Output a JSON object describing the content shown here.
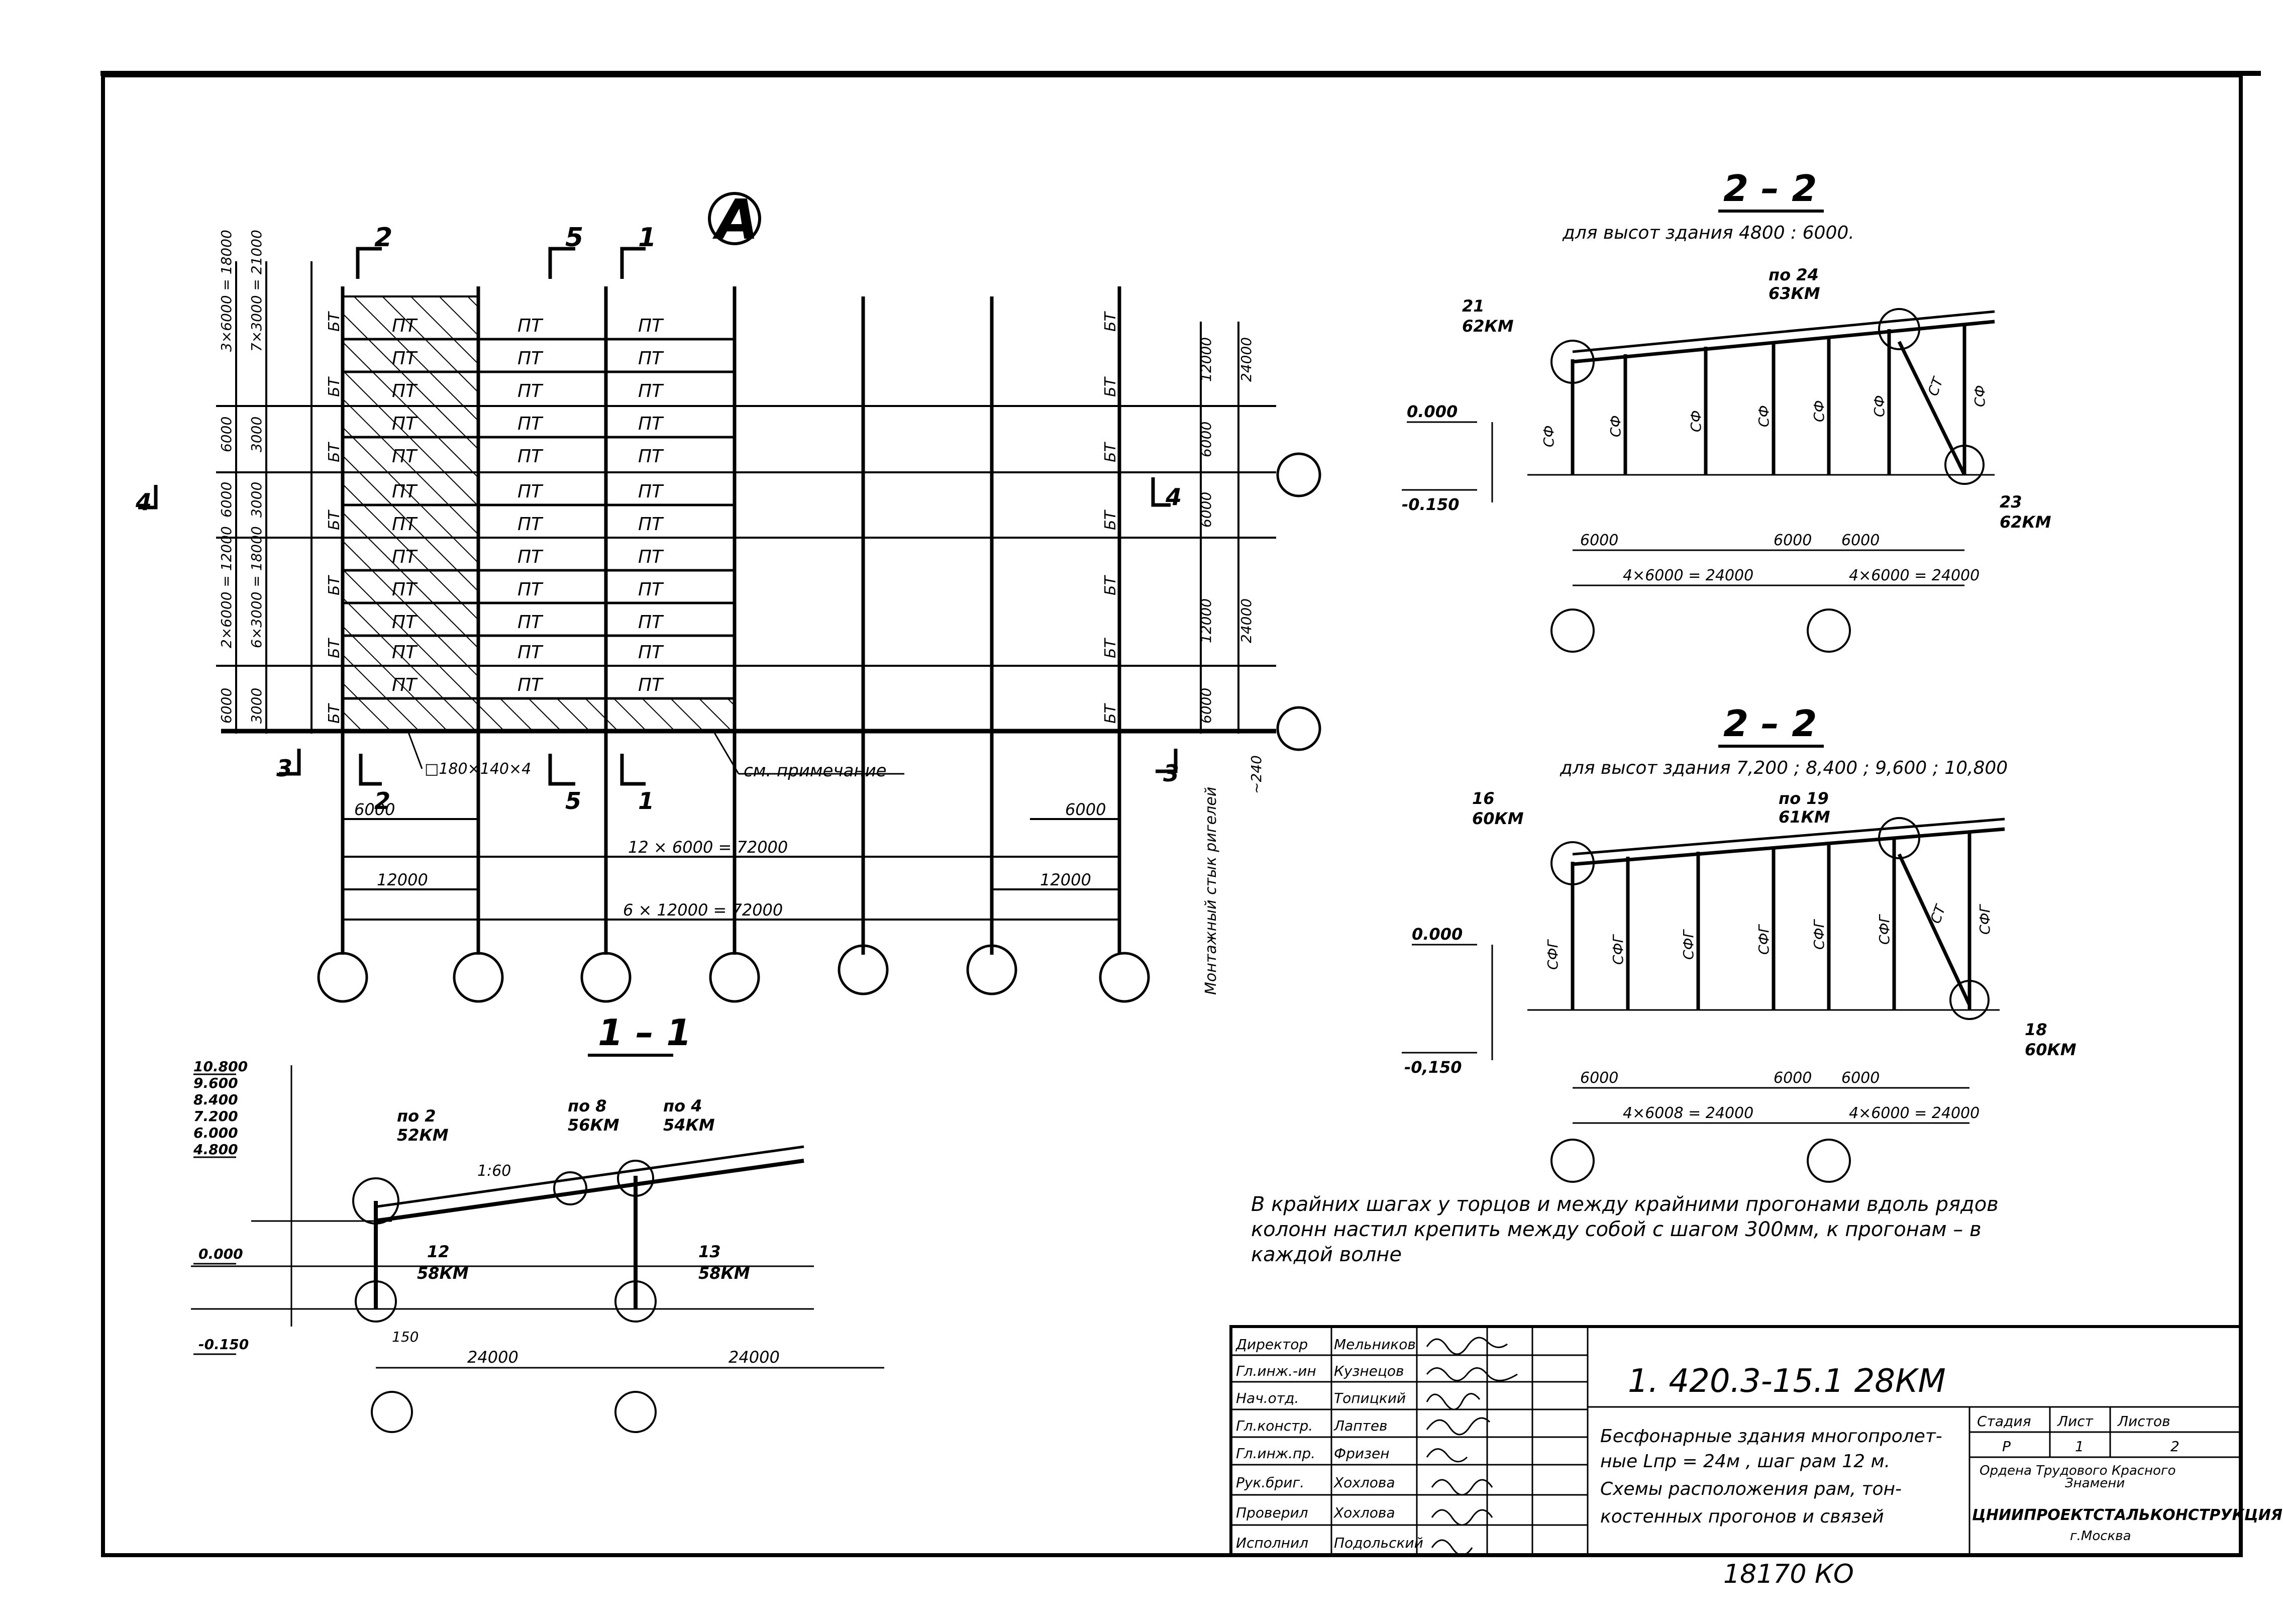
{
  "plan": {
    "axis_symbol": "А",
    "section_marks": [
      "2",
      "5",
      "1",
      "4",
      "3"
    ],
    "beam_label_bt": "БТ",
    "purlin_label": "ПТ",
    "left_dims": [
      "3×6000 = 18000",
      "7×3000 = 21000",
      "6000",
      "3000",
      "6000",
      "3000",
      "2×6000 = 12000",
      "6×3000 = 18000",
      "6000",
      "3000"
    ],
    "right_dims": [
      "12000",
      "24000",
      "6000",
      "6000",
      "12000",
      "24000",
      "6000"
    ],
    "plate_note": "□180×140×4",
    "see_note": "см. примечание",
    "bottom_dims": [
      "6000",
      "6000",
      "12 × 6000 =  72000",
      "12000",
      "12000",
      "6 × 12000 =  72000"
    ],
    "vertical_note": "Монтажный стык ригелей",
    "offset_dim": "~240"
  },
  "section_1_1": {
    "title": "1 – 1",
    "levels": [
      "10.800",
      "9.600",
      "8.400",
      "7.200",
      "6.000",
      "4.800"
    ],
    "level_0": "0.000",
    "level_neg": "-0.150",
    "callouts": [
      {
        "ref": "по 2",
        "sheet": "52КМ"
      },
      {
        "ref": "по 8",
        "sheet": "56КМ"
      },
      {
        "ref": "по 4",
        "sheet": "54КМ"
      },
      {
        "ref": "12",
        "sheet": "58КМ"
      },
      {
        "ref": "13",
        "sheet": "58КМ"
      }
    ],
    "slope": "1:60",
    "dim_150": "150",
    "span1": "24000",
    "span2": "24000"
  },
  "section_2_2_a": {
    "title": "2 – 2",
    "subtitle": "для высот здания  4800  :  6000.",
    "callouts": [
      {
        "ref": "21",
        "sheet": "62КМ"
      },
      {
        "ref": "по 24",
        "sheet": "63КМ"
      },
      {
        "ref": "23",
        "sheet": "62КМ"
      }
    ],
    "level_0": "0.000",
    "level_neg": "-0.150",
    "post_label": "СФ",
    "brace_label": "СТ",
    "dims": [
      "6000",
      "6000",
      "6000",
      "4×6000 = 24000",
      "4×6000 = 24000"
    ]
  },
  "section_2_2_b": {
    "title": "2 – 2",
    "subtitle": "для высот здания  7,200 ; 8,400 ; 9,600 ; 10,800",
    "callouts": [
      {
        "ref": "16",
        "sheet": "60КМ"
      },
      {
        "ref": "по 19",
        "sheet": "61КМ"
      },
      {
        "ref": "18",
        "sheet": "60КМ"
      }
    ],
    "level_0": "0.000",
    "level_neg": "-0,150",
    "post_label": "СФГ",
    "brace_label": "СТ",
    "dims": [
      "6000",
      "6000",
      "6000",
      "4×6008 = 24000",
      "4×6000 = 24000"
    ]
  },
  "note": {
    "line1": "В крайних шагах у торцов  и между крайними прогонами вдоль рядов",
    "line2": "колонн настил  крепить между собой с шагом 300мм, к прогонам – в",
    "line3": "каждой волне"
  },
  "title_block": {
    "signatures": [
      {
        "role": "Директор",
        "name": "Мельников"
      },
      {
        "role": "Гл.инж.-ин",
        "name": "Кузнецов"
      },
      {
        "role": "Нач.отд.",
        "name": "Топицкий"
      },
      {
        "role": "Гл.констр.",
        "name": "Лаптев"
      },
      {
        "role": "Гл.инж.пр.",
        "name": "Фризен"
      },
      {
        "role": "Рук.бриг.",
        "name": "Хохлова"
      },
      {
        "role": "Проверил",
        "name": "Хохлова"
      },
      {
        "role": "Исполнил",
        "name": "Подольский"
      }
    ],
    "code": "1. 420.3-15.1  28КМ",
    "desc1": "Бесфонарные здания многопролет-",
    "desc2": "ные   Lпр = 24м , шаг рам 12 м.",
    "desc3": "Схемы расположения рам, тон-",
    "desc4": "костенных прогонов и связей",
    "stage_h": "Стадия",
    "sheet_h": "Лист",
    "sheets_h": "Листов",
    "stage": "Р",
    "sheet": "1",
    "sheets": "2",
    "org1": "Ордена Трудового Красного",
    "org2": "Знамени",
    "org3": "ЦНИИПРОЕКТСТАЛЬКОНСТРУКЦИЯ",
    "org4": "г.Москва"
  },
  "stamp_number": "18170   КО"
}
